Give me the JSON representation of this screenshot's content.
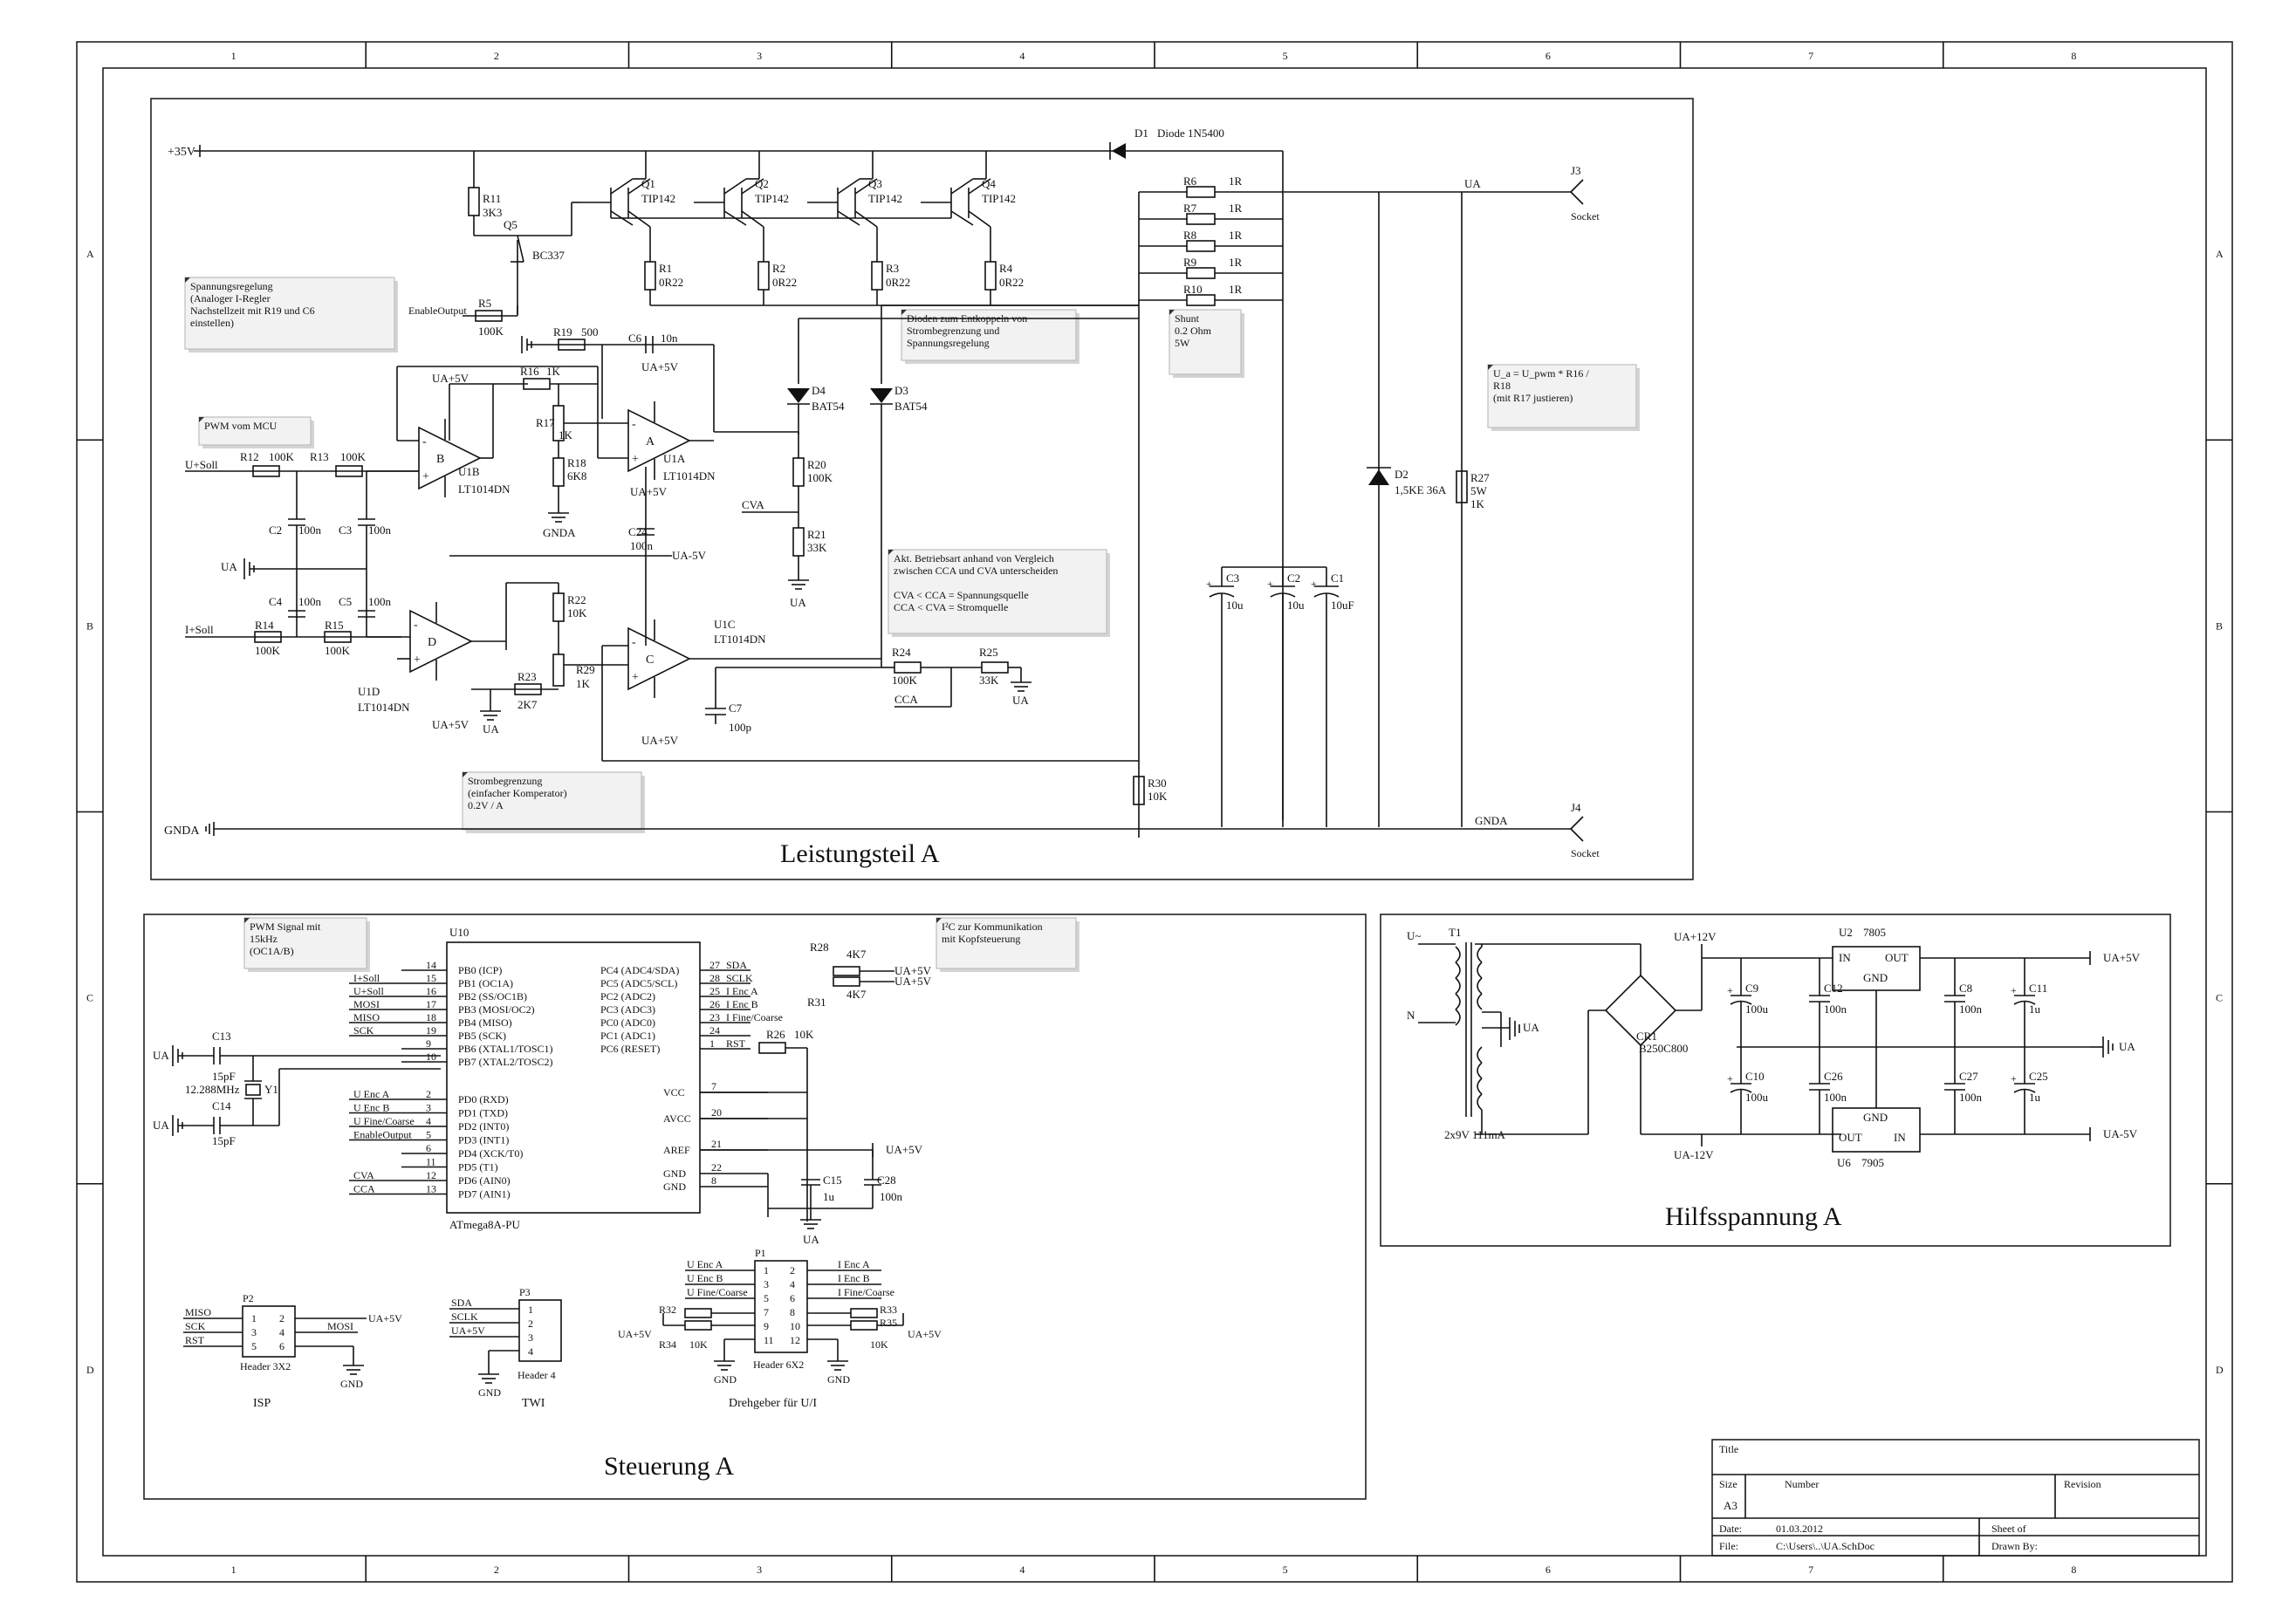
{
  "frame": {
    "columns": [
      "1",
      "2",
      "3",
      "4",
      "5",
      "6",
      "7",
      "8"
    ],
    "rows": [
      "A",
      "B",
      "C",
      "D"
    ]
  },
  "sections": {
    "power": "Leistungsteil A",
    "control": "Steuerung A",
    "aux": "Hilfsspannung A"
  },
  "notes": {
    "voltage_reg": [
      "Spannungsregelung",
      "(Analoger I-Regler",
      "Nachstellzeit mit R19 und C6",
      "einstellen)"
    ],
    "pwm_mcu": [
      "PWM vom MCU"
    ],
    "diodes": [
      "Dioden zum Entkoppeln von",
      "Strombegrenzung und",
      "Spannungsregelung"
    ],
    "shunt": [
      "Shunt",
      "0.2 Ohm",
      "5W"
    ],
    "ua_formula": [
      "U_a = U_pwm * R16 /",
      "R18",
      "(mit R17 justieren)"
    ],
    "mode": [
      "Akt. Betriebsart anhand von Vergleich",
      "zwischen CCA und CVA unterscheiden",
      "",
      "CVA < CCA = Spannungsquelle",
      "CCA < CVA = Stromquelle"
    ],
    "current_limit": [
      "Strombegrenzung",
      "(einfacher Komperator)",
      "0.2V / A"
    ],
    "pwm_signal": [
      "PWM Signal mit",
      "15kHz",
      "(OC1A/B)"
    ],
    "i2c": [
      "I²C zur Kommunikation",
      "mit Kopfsteuerung"
    ]
  },
  "power_labels": {
    "v35": "+35V",
    "d1": [
      "D1",
      "Diode 1N5400"
    ],
    "r11": [
      "R11",
      "3K3"
    ],
    "q5": [
      "Q5",
      "BC337"
    ],
    "q1": [
      "Q1",
      "TIP142"
    ],
    "q2": [
      "Q2",
      "TIP142"
    ],
    "q3": [
      "Q3",
      "TIP142"
    ],
    "q4": [
      "Q4",
      "TIP142"
    ],
    "r1": [
      "R1",
      "0R22"
    ],
    "r2": [
      "R2",
      "0R22"
    ],
    "r3": [
      "R3",
      "0R22"
    ],
    "r4": [
      "R4",
      "0R22"
    ],
    "r6": [
      "R6",
      "1R"
    ],
    "r7": [
      "R7",
      "1R"
    ],
    "r8": [
      "R8",
      "1R"
    ],
    "r9": [
      "R9",
      "1R"
    ],
    "r10": [
      "R10",
      "1R"
    ],
    "ua": "UA",
    "j3": [
      "J3",
      "Socket"
    ],
    "j4": [
      "J4",
      "Socket"
    ],
    "enable": "EnableOutput",
    "r5": [
      "R5",
      "100K"
    ],
    "r19": [
      "R19",
      "500"
    ],
    "c6": [
      "C6",
      "10n"
    ],
    "d4": [
      "D4",
      "BAT54"
    ],
    "d3": [
      "D3",
      "BAT54"
    ],
    "ua5": "UA+5V",
    "uam5": "UA-5V",
    "r16": [
      "R16",
      "1K"
    ],
    "r17": [
      "R17",
      "1K"
    ],
    "r18": [
      "R18",
      "6K8"
    ],
    "gnda": "GNDA",
    "u1b": [
      "U1B",
      "LT1014DN"
    ],
    "u1a": [
      "U1A",
      "LT1014DN"
    ],
    "u1c": [
      "U1C",
      "LT1014DN"
    ],
    "u1d": [
      "U1D",
      "LT1014DN"
    ],
    "usoll": "U+Soll",
    "isoll": "I+Soll",
    "r12": [
      "R12",
      "100K"
    ],
    "r13": [
      "R13",
      "100K"
    ],
    "r14": [
      "R14",
      "100K"
    ],
    "r15": [
      "R15",
      "100K"
    ],
    "c2s": [
      "C2",
      "100n"
    ],
    "c3s": [
      "C3",
      "100n"
    ],
    "c4": [
      "C4",
      "100n"
    ],
    "c5": [
      "C5",
      "100n"
    ],
    "c24": [
      "C24",
      "100n"
    ],
    "r20": [
      "R20",
      "100K"
    ],
    "r21": [
      "R21",
      "33K"
    ],
    "cva": "CVA",
    "r22": [
      "R22",
      "10K"
    ],
    "r23": [
      "R23",
      "2K7"
    ],
    "r29": [
      "R29",
      "1K"
    ],
    "r24": [
      "R24",
      "100K"
    ],
    "r25": [
      "R25",
      "33K"
    ],
    "cca": "CCA",
    "c7": [
      "C7",
      "100p"
    ],
    "r30": [
      "R30",
      "10K"
    ],
    "d2": [
      "D2",
      "1,5KE 36A"
    ],
    "r27": [
      "R27",
      "5W",
      "1K"
    ],
    "c3": [
      "C3",
      "10u"
    ],
    "c2": [
      "C2",
      "10u"
    ],
    "c1": [
      "C1",
      "10uF"
    ]
  },
  "control_labels": {
    "u10": "U10",
    "mcu": "ATmega8A-PU",
    "left_pins": [
      "PB0 (ICP)",
      "PB1 (OC1A)",
      "PB2 (SS/OC1B)",
      "PB3 (MOSI/OC2)",
      "PB4 (MISO)",
      "PB5 (SCK)",
      "PB6 (XTAL1/TOSC1)",
      "PB7 (XTAL2/TOSC2)",
      "PD0 (RXD)",
      "PD1 (TXD)",
      "PD2 (INT0)",
      "PD3 (INT1)",
      "PD4 (XCK/T0)",
      "PD5 (T1)",
      "PD6 (AIN0)",
      "PD7 (AIN1)"
    ],
    "left_nums": [
      "14",
      "15",
      "16",
      "17",
      "18",
      "19",
      "9",
      "10",
      "2",
      "3",
      "4",
      "5",
      "6",
      "11",
      "12",
      "13"
    ],
    "left_nets": [
      "",
      "I+Soll",
      "U+Soll",
      "MOSI",
      "MISO",
      "SCK",
      "",
      "",
      "U Enc A",
      "U Enc B",
      "U Fine/Coarse",
      "EnableOutput",
      "",
      "",
      "CVA",
      "CCA"
    ],
    "right_pins": [
      "PC4 (ADC4/SDA)",
      "PC5 (ADC5/SCL)",
      "PC2 (ADC2)",
      "PC3 (ADC3)",
      "PC0 (ADC0)",
      "PC1 (ADC1)",
      "PC6 (RESET)"
    ],
    "right_nums": [
      "27",
      "28",
      "25",
      "26",
      "23",
      "24",
      "1"
    ],
    "right_nets": [
      "SDA",
      "SCLK",
      "I Enc A",
      "I Enc B",
      "I Fine/Coarse",
      "",
      "RST"
    ],
    "power_pins": [
      "VCC",
      "AVCC",
      "AREF",
      "GND",
      "GND"
    ],
    "power_nums": [
      "7",
      "20",
      "21",
      "22",
      "8"
    ],
    "r28": [
      "R28",
      "4K7"
    ],
    "r31": [
      "R31",
      "4K7"
    ],
    "r26": [
      "R26",
      "10K"
    ],
    "c13": [
      "C13",
      "15pF"
    ],
    "c14": [
      "C14",
      "15pF"
    ],
    "y1": [
      "Y1",
      "12.288MHz"
    ],
    "c15": [
      "C15",
      "1u"
    ],
    "c28": [
      "C28",
      "100n"
    ],
    "ua": "UA",
    "ua5": "UA+5V",
    "p2": [
      "P2",
      "Header 3X2"
    ],
    "p2_nets": [
      "MISO",
      "SCK",
      "RST",
      "MOSI"
    ],
    "p2_title": "ISP",
    "p3": [
      "P3",
      "Header 4"
    ],
    "p3_nets": [
      "SDA",
      "SCLK",
      "UA+5V"
    ],
    "p3_title": "TWI",
    "p1": [
      "P1",
      "Header 6X2"
    ],
    "p1_left": [
      "U Enc A",
      "U Enc B",
      "U Fine/Coarse"
    ],
    "p1_right": [
      "I Enc A",
      "I Enc B",
      "I Fine/Coarse"
    ],
    "p1_title": "Drehgeber für U/I",
    "r32": "R32",
    "r34": "R34",
    "r33": "R33",
    "r35": "R35",
    "rv": "10K",
    "gnd": "GND"
  },
  "aux_labels": {
    "u_in": "U~",
    "n": "N",
    "t1": "T1",
    "tval": "2x9V 111mA",
    "cr1": [
      "CR1",
      "B250C800"
    ],
    "ua12": "UA+12V",
    "uam12": "UA-12V",
    "u2": [
      "U2",
      "7805"
    ],
    "u6": [
      "U6",
      "7905"
    ],
    "reg_pins": [
      "IN",
      "OUT",
      "GND",
      "OUT",
      "IN"
    ],
    "c9": [
      "C9",
      "100u"
    ],
    "c10": [
      "C10",
      "100u"
    ],
    "c12": [
      "C12",
      "100n"
    ],
    "c26": [
      "C26",
      "100n"
    ],
    "c8": [
      "C8",
      "100n"
    ],
    "c27": [
      "C27",
      "100n"
    ],
    "c11": [
      "C11",
      "1u"
    ],
    "c25": [
      "C25",
      "1u"
    ],
    "ua5": "UA+5V",
    "uam5": "UA-5V",
    "ua": "UA"
  },
  "titleblock": {
    "title": "Title",
    "size": "Size",
    "size_val": "A3",
    "number": "Number",
    "revision": "Revision",
    "date": "Date:",
    "date_val": "01.03.2012",
    "file": "File:",
    "file_val": "C:\\Users\\..\\UA.SchDoc",
    "sheet": "Sheet    of",
    "drawn": "Drawn By:"
  }
}
